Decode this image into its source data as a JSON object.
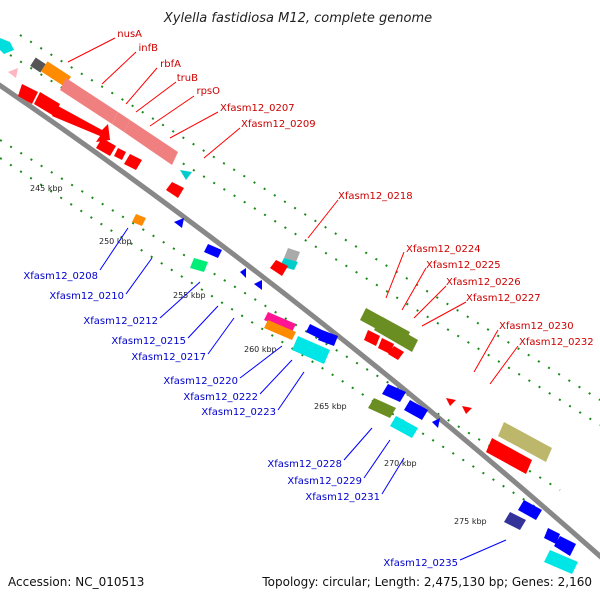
{
  "title": "Xylella fastidiosa M12, complete genome",
  "footer": {
    "accession": "Accession: NC_010513",
    "topology": "Topology: circular; Length: 2,475,130 bp; Genes: 2,160"
  },
  "colors": {
    "backbone": "#888888",
    "red": "#ff0000",
    "blue": "#0000ff",
    "olive": "#6b8e23",
    "khaki": "#bdb76b",
    "cyan": "#00e5e5",
    "salmon": "#f08080",
    "orange": "#ff8c00",
    "green": "#00ee77",
    "tick": "#1a8a1a",
    "label_red": "#cc0000",
    "label_blue": "#0000cc"
  },
  "scale_labels": [
    "245 kbp",
    "250 kbp",
    "255 kbp",
    "260 kbp",
    "265 kbp",
    "270 kbp",
    "275 kbp"
  ],
  "gene_labels_top": [
    "nusA",
    "infB",
    "rbfA",
    "truB",
    "rpsO",
    "Xfasm12_0207",
    "Xfasm12_0209",
    "Xfasm12_0218",
    "Xfasm12_0224",
    "Xfasm12_0225",
    "Xfasm12_0226",
    "Xfasm12_0227",
    "Xfasm12_0230",
    "Xfasm12_0232"
  ],
  "gene_labels_bottom": [
    "Xfasm12_0208",
    "Xfasm12_0210",
    "Xfasm12_0212",
    "Xfasm12_0215",
    "Xfasm12_0217",
    "Xfasm12_0220",
    "Xfasm12_0222",
    "Xfasm12_0223",
    "Xfasm12_0228",
    "Xfasm12_0229",
    "Xfasm12_0231",
    "Xfasm12_0235"
  ]
}
